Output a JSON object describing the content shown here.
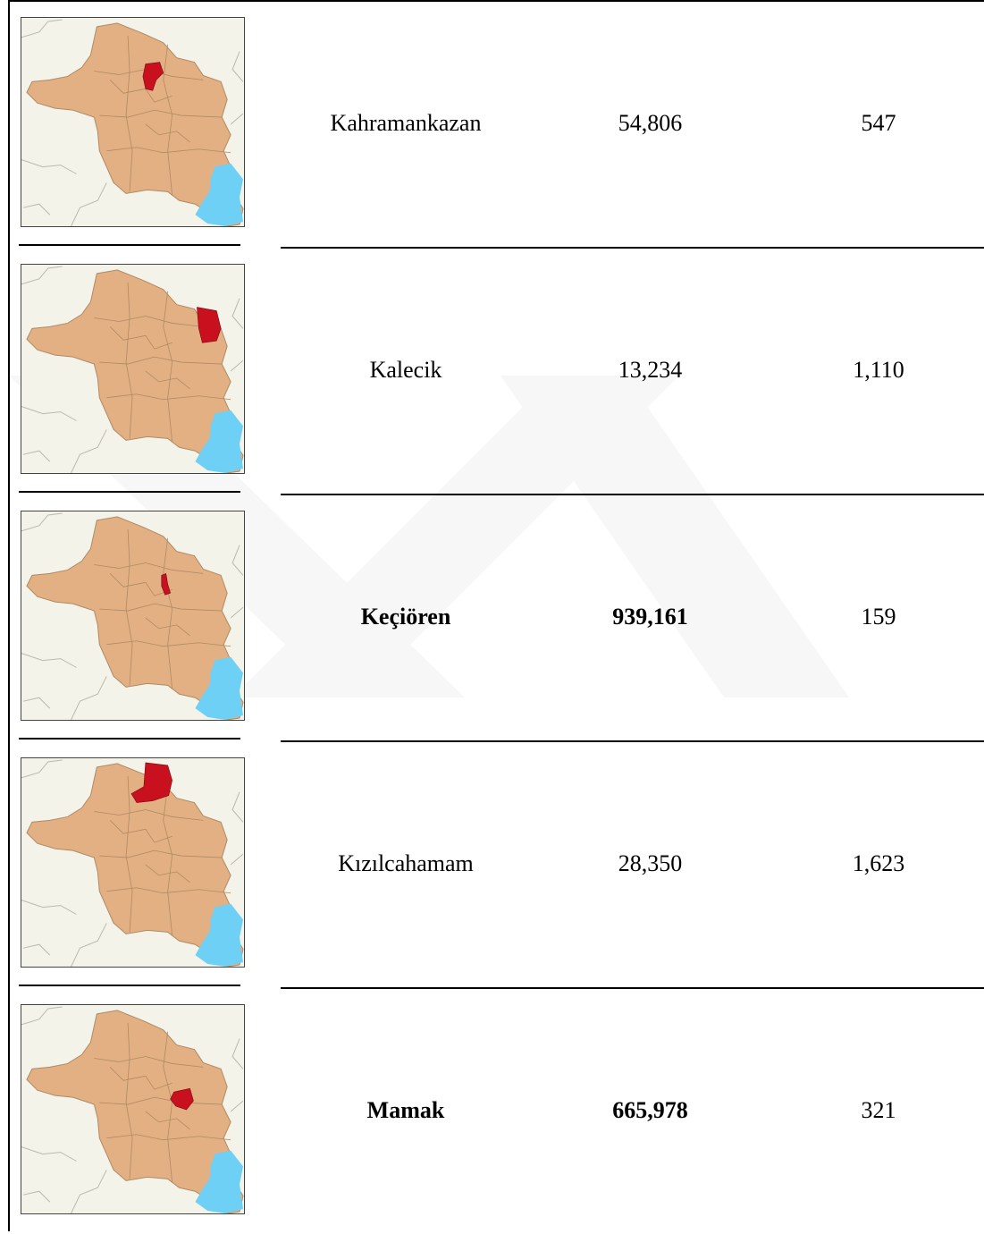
{
  "rows": [
    {
      "district": "Kahramankazan",
      "population": "54,806",
      "area": "547",
      "bold": false,
      "highlight": "kahramankazan"
    },
    {
      "district": "Kalecik",
      "population": "13,234",
      "area": "1,110",
      "bold": false,
      "highlight": "kalecik"
    },
    {
      "district": "Keçiören",
      "population": "939,161",
      "area": "159",
      "bold": true,
      "highlight": "kecioren"
    },
    {
      "district": "Kızılcahamam",
      "population": "28,350",
      "area": "1,623",
      "bold": false,
      "highlight": "kizilcahamam"
    },
    {
      "district": "Mamak",
      "population": "665,978",
      "area": "321",
      "bold": true,
      "highlight": "mamak"
    }
  ],
  "colors": {
    "province": "#e2b083",
    "district_border": "#b08a63",
    "highlight": "#c8101e",
    "water": "#6fd0f5",
    "background": "#f3f3ea"
  }
}
